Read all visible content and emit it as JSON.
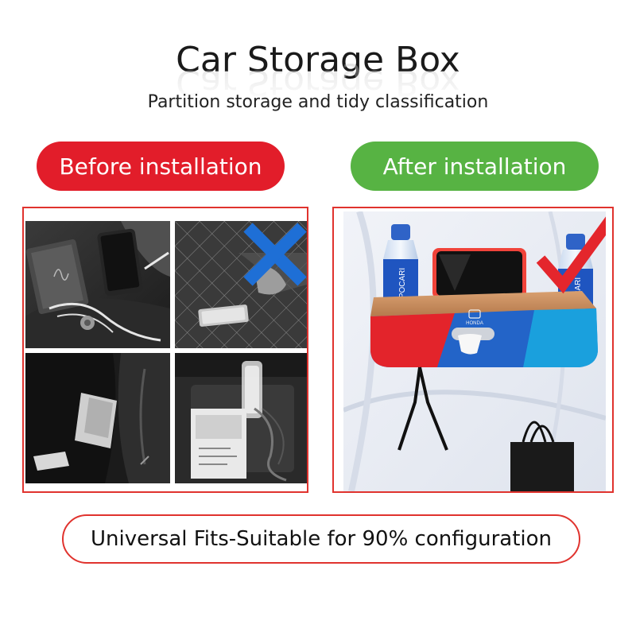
{
  "header": {
    "title": "Car Storage Box",
    "subtitle": "Partition storage and tidy classification"
  },
  "labels": {
    "before": "Before installation",
    "after": "After installation"
  },
  "footer": {
    "text": "Universal Fits-Suitable for 90% configuration"
  },
  "product": {
    "bottle_text": "POCARI SWEAT",
    "brand_mark": "HONDA"
  },
  "colors": {
    "before_red": "#e21d2a",
    "after_green": "#57b343",
    "frame_red": "#e0332e",
    "cross_blue": "#1e6fd6",
    "check_red": "#e4262c"
  },
  "icons": {
    "before_mark": "cross-icon",
    "after_mark": "checkmark-icon"
  }
}
